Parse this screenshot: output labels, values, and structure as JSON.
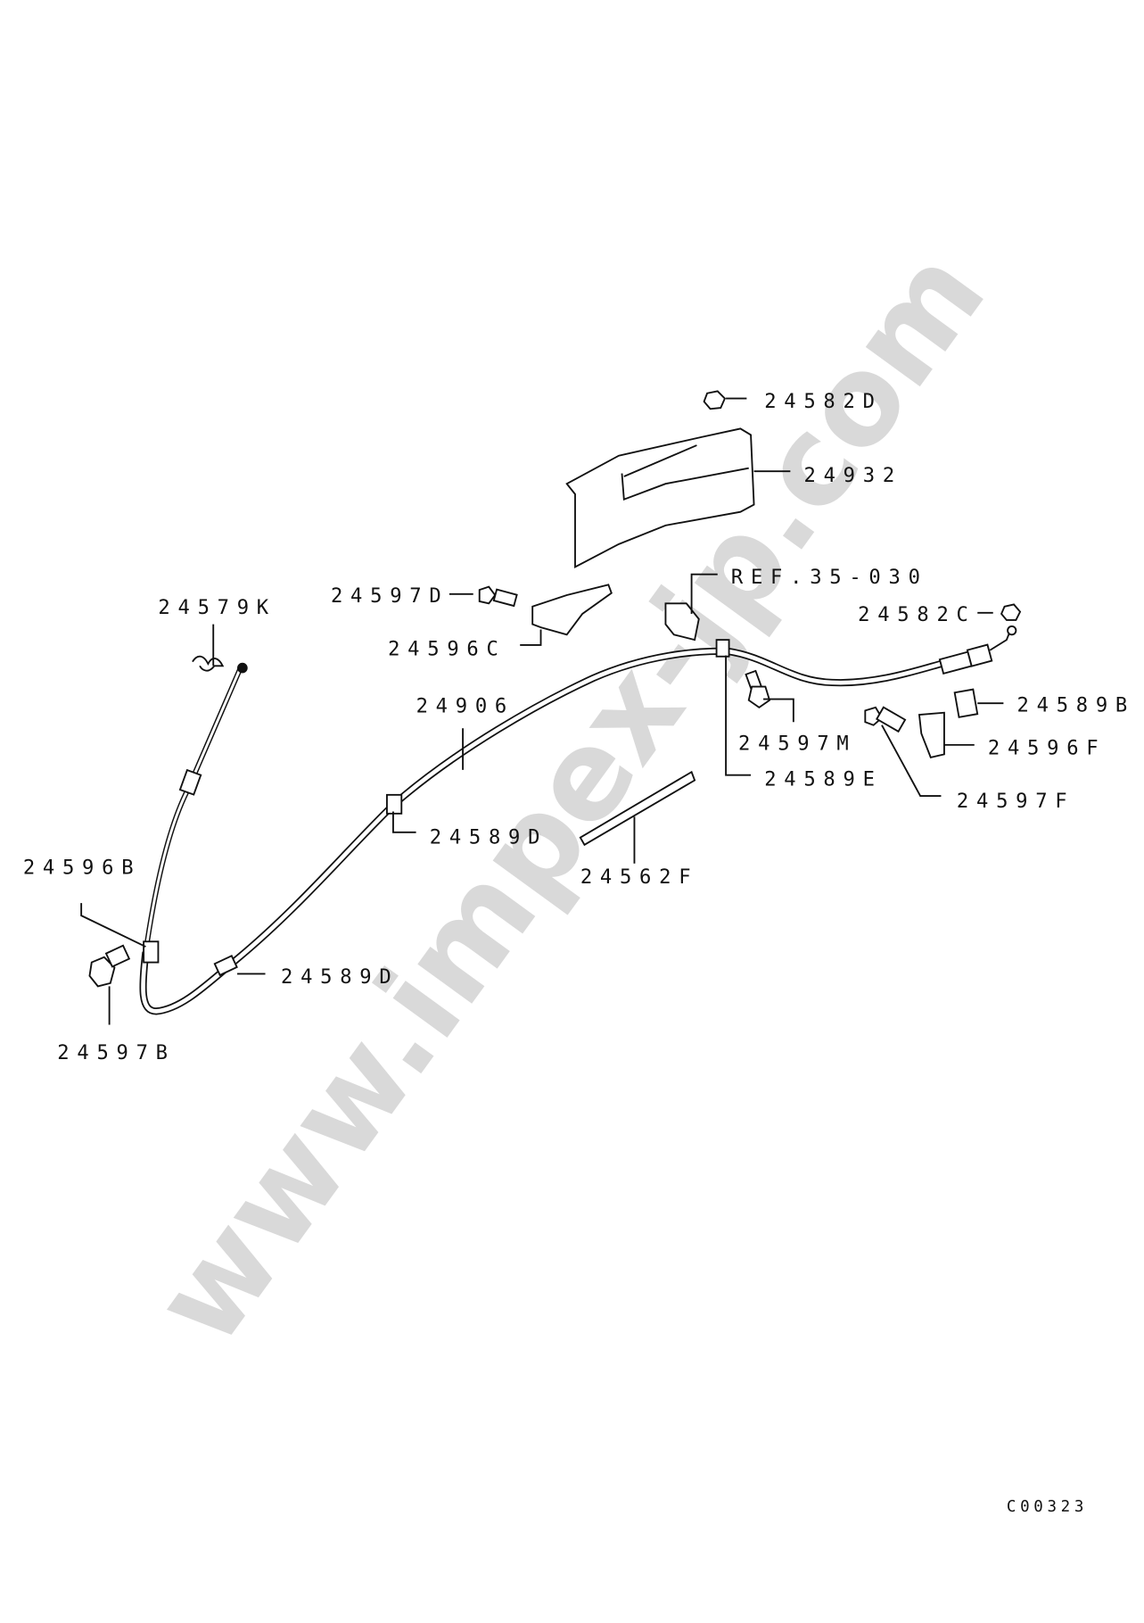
{
  "watermark": "www.impex-jp.com",
  "diagram_code": "C00323",
  "callouts": {
    "nut_top": "24582D",
    "heat_shield": "24932",
    "ref": "REF.35-030",
    "nut_right": "24582C",
    "clip_right": "24589B",
    "bracket_right": "24596F",
    "bolt_right": "24597F",
    "bolt_mid": "24597M",
    "clamp_mid": "24589E",
    "bolt_upper": "24597D",
    "bracket_upper": "24596C",
    "pin_clip": "24579K",
    "cable": "24906",
    "clamp_upper": "24589D",
    "hose": "24562F",
    "bracket_left": "24596B",
    "clamp_lower": "24589D",
    "bolt_left": "24597B"
  }
}
